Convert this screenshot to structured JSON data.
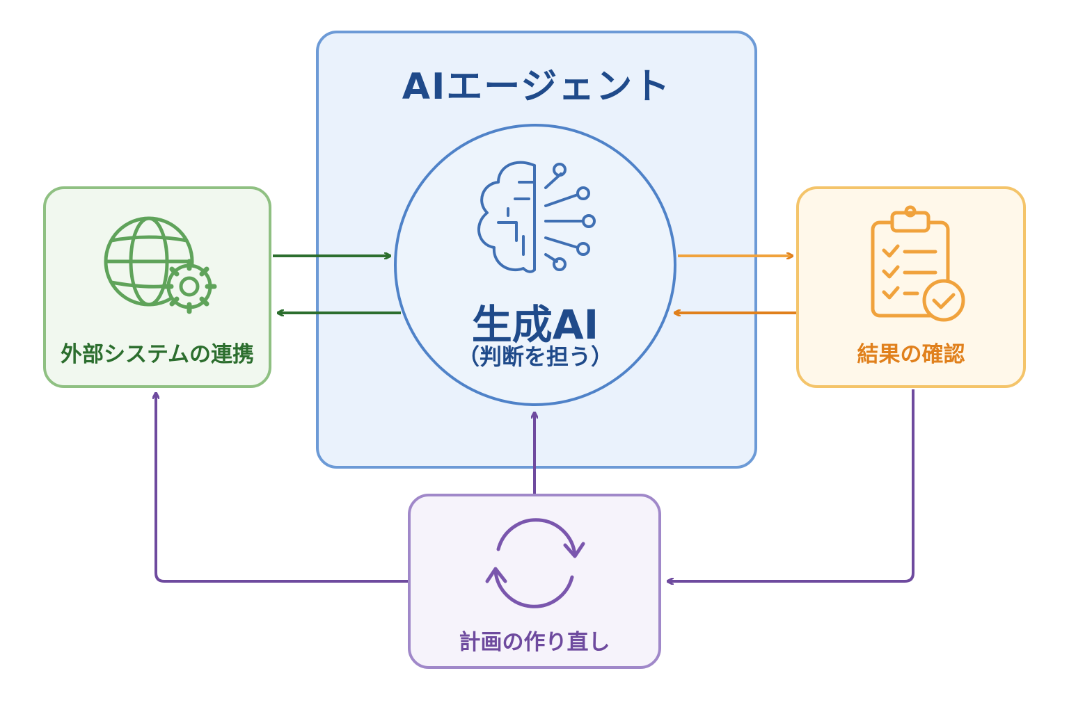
{
  "agent": {
    "title": "AIエージェント"
  },
  "core": {
    "title": "生成AI",
    "subtitle": "（判断を担う）",
    "icon": "brain-circuit-icon"
  },
  "external": {
    "label": "外部システムの連携",
    "icon": "globe-gear-icon"
  },
  "result": {
    "label": "結果の確認",
    "icon": "clipboard-check-icon"
  },
  "replan": {
    "label": "計画の作り直し",
    "icon": "refresh-cycle-icon"
  },
  "colors": {
    "agent_border": "#6c9ad6",
    "agent_fill": "#eaf2fc",
    "agent_text": "#1f4a8a",
    "green": "#2c6e2e",
    "green_light": "#8fc082",
    "orange": "#e0801c",
    "orange_light": "#f4c46a",
    "purple": "#6e4a9e",
    "purple_light": "#a088c9"
  }
}
